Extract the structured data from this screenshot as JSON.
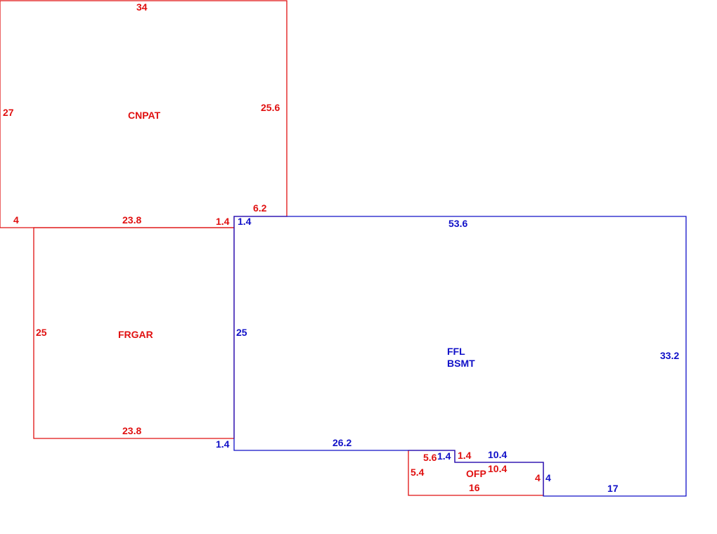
{
  "colors": {
    "red": "#e01010",
    "blue": "#1010c8"
  },
  "areas": {
    "cnpat": {
      "label": "CNPAT"
    },
    "frgar": {
      "label": "FRGAR"
    },
    "ffl": {
      "label_line1": "FFL",
      "label_line2": "BSMT"
    },
    "ofp": {
      "label": "OFP"
    }
  },
  "dimensions": {
    "cnpat_top": "34",
    "cnpat_left": "27",
    "cnpat_right": "25.6",
    "cnpat_step_top": "6.2",
    "cnpat_bottom_left": "4",
    "cnpat_bottom": "23.8",
    "cnpat_step": "1.4",
    "ffl_step_top": "1.4",
    "ffl_top": "53.6",
    "frgar_left": "25",
    "ffl_left": "25",
    "ffl_right": "33.2",
    "frgar_bottom": "23.8",
    "ffl_step_bottom": "1.4",
    "ffl_bottom_left": "26.2",
    "ofp_left_upper": "5.6",
    "ffl_notch_left": "1.4",
    "ofp_notch": "1.4",
    "ffl_notch_top": "10.4",
    "ofp_top_right": "10.4",
    "ofp_left": "5.4",
    "ofp_right": "4",
    "ffl_notch_right": "4",
    "ofp_bottom": "16",
    "ffl_bottom_right": "17"
  }
}
